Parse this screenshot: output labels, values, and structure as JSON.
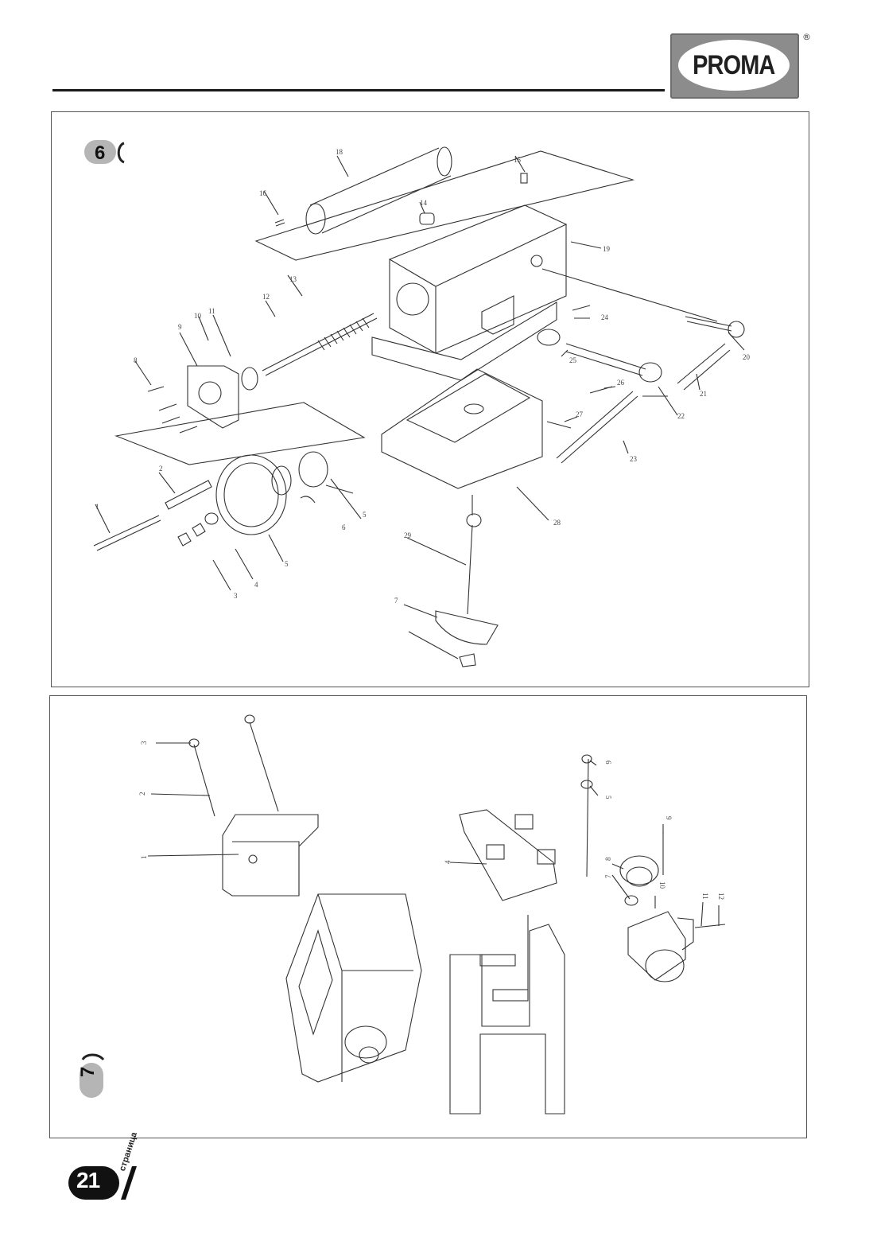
{
  "header": {
    "brand": "PROMA",
    "registered_mark": "®"
  },
  "figures": [
    {
      "number": "6",
      "part_labels": [
        "1",
        "2",
        "3",
        "4",
        "5",
        "5",
        "6",
        "7",
        "8",
        "9",
        "10",
        "11",
        "12",
        "13",
        "14",
        "15",
        "16",
        "18",
        "19",
        "20",
        "21",
        "22",
        "23",
        "24",
        "25",
        "26",
        "27",
        "28",
        "29",
        "29"
      ]
    },
    {
      "number": "7",
      "part_labels": [
        "1",
        "2",
        "3",
        "4",
        "5",
        "6",
        "7",
        "8",
        "9",
        "10",
        "11",
        "12"
      ]
    }
  ],
  "footer": {
    "page_number": "21",
    "page_word": "страница"
  },
  "colors": {
    "logo_frame": "#8c8c8c",
    "badge": "#b5b5b5",
    "line": "#333333"
  }
}
